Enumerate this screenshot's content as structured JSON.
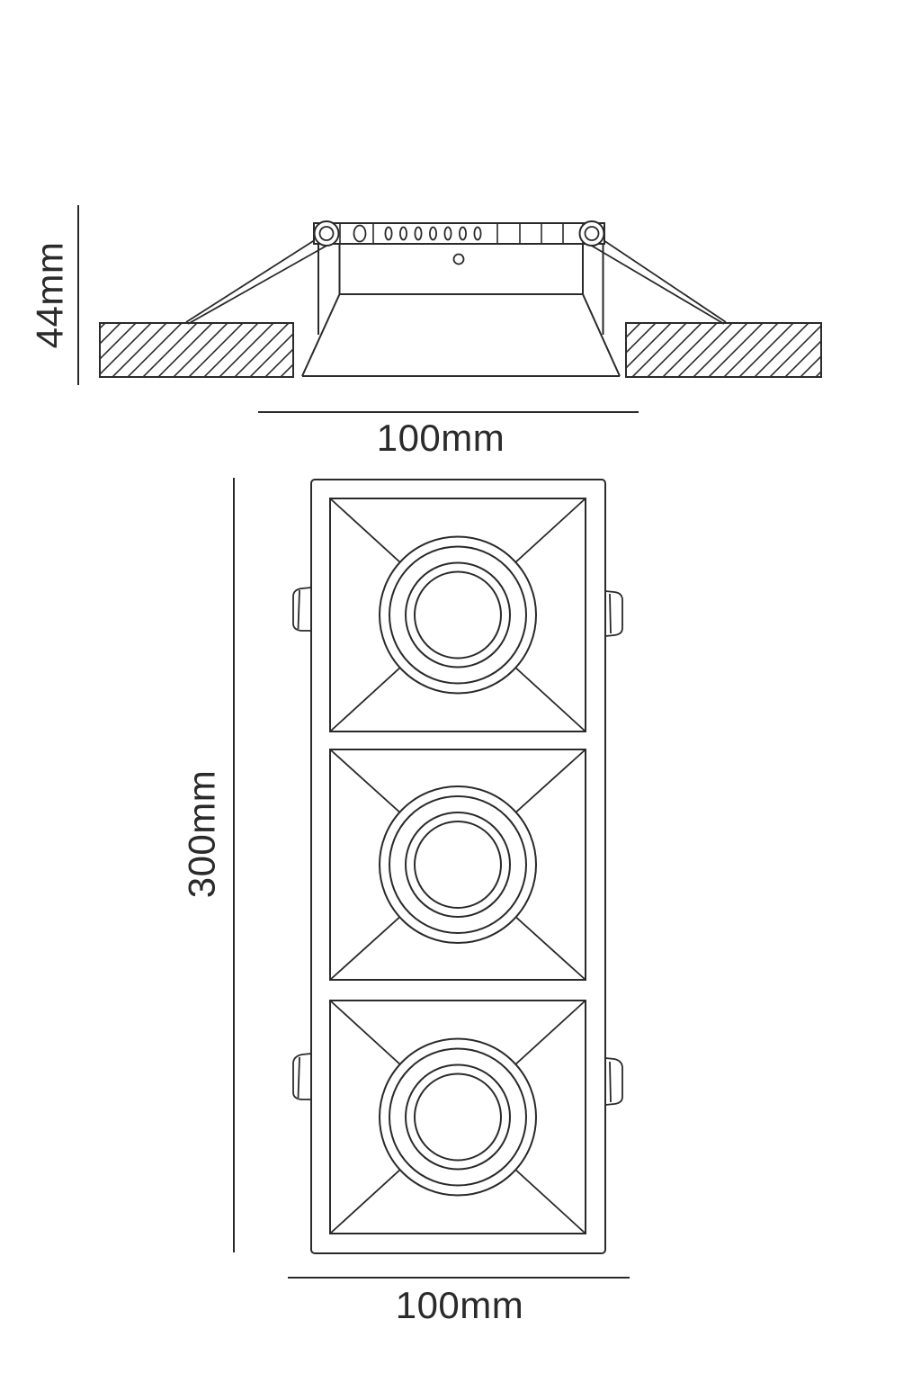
{
  "page": {
    "background": "#ffffff",
    "line_color": "#2b2a2a"
  },
  "drawing": {
    "side_view": {
      "height_dimension": "44mm",
      "width_dimension": "100mm"
    },
    "plan_view": {
      "height_dimension": "300mm",
      "width_dimension": "100mm"
    }
  }
}
